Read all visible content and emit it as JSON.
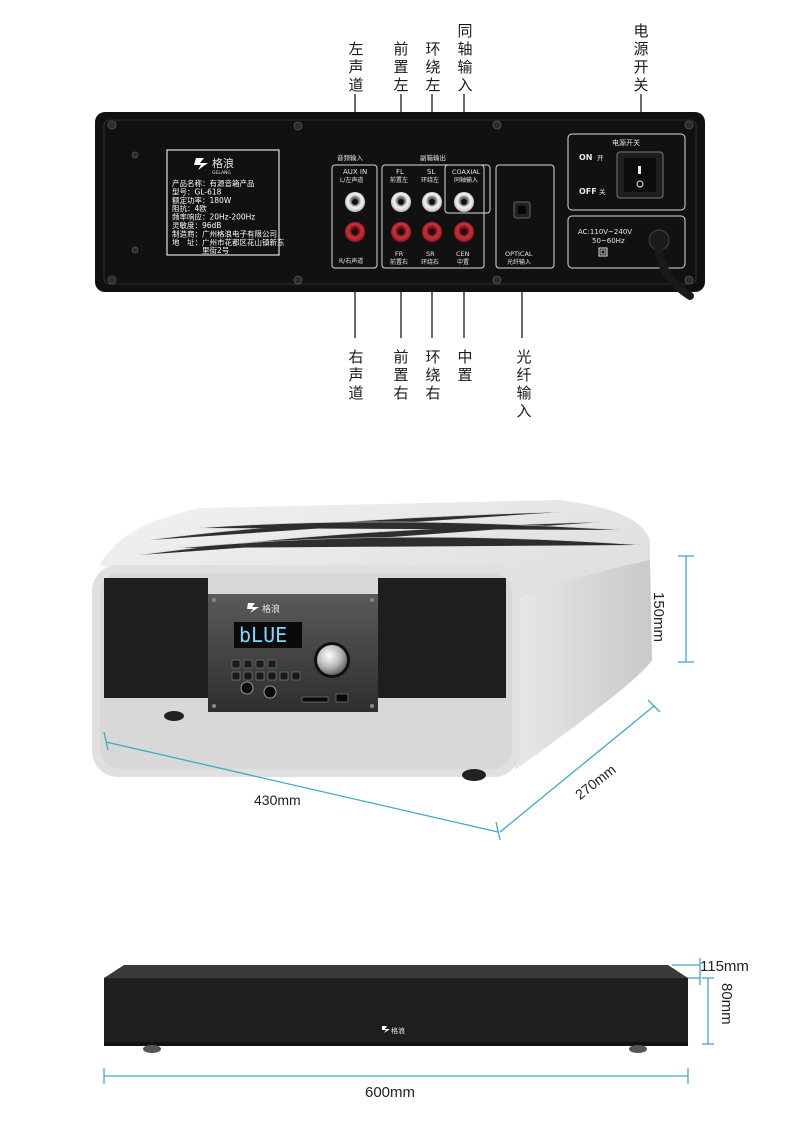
{
  "callouts_top": {
    "left_channel": "左声道",
    "front_left": "前置左",
    "surround_left": "环绕左",
    "coaxial_input": "同轴输入",
    "power_switch": "电源开关"
  },
  "callouts_bottom": {
    "right_channel": "右声道",
    "front_right": "前置右",
    "surround_right": "环绕右",
    "center": "中置",
    "optical_input": "光纤输入"
  },
  "panel": {
    "nameplate": {
      "brand": "格浪",
      "brand_en": "GELANG",
      "lines": [
        "产品名称：有源音箱产品",
        "型号：GL-618",
        "额定功率：180W",
        "阻抗：4欧",
        "频率响应：20Hz-200Hz",
        "灵敏度：96dB",
        "制造商：广州格浪电子有限公司",
        "地　址：广州市花都区花山镇新东",
        "　　　　里街2号"
      ]
    },
    "audio_in_header": "音频输入",
    "sub_out_header": "副箱输出",
    "aux_in": "AUX IN",
    "aux_l": "L/左声道",
    "aux_r": "R/右声道",
    "fl": "FL",
    "fl_cn": "前置左",
    "sl": "SL",
    "sl_cn": "环绕左",
    "coaxial": "COAXIAL",
    "coaxial_cn": "同轴输入",
    "fr": "FR",
    "fr_cn": "前置右",
    "sr": "SR",
    "sr_cn": "环绕右",
    "cen": "CEN",
    "cen_cn": "中置",
    "optical": "OPTICAL",
    "optical_cn": "光纤输入",
    "switch_title": "电源开关",
    "on": "ON",
    "on_cn": "开",
    "off": "OFF",
    "off_cn": "关",
    "ac_line1": "AC:110V~240V",
    "ac_line2": "50~60Hz"
  },
  "front_unit": {
    "brand": "格浪",
    "display_text": "bLUE",
    "dim_height": "150mm",
    "dim_width": "430mm",
    "dim_depth": "270mm"
  },
  "soundbar": {
    "brand": "格浪",
    "dim_depth": "115mm",
    "dim_height": "80mm",
    "dim_width": "600mm"
  },
  "colors": {
    "panel_black": "#111111",
    "callout_line": "#2b2b2b",
    "jack_red": "#c8252c",
    "jack_white": "#f2f2f2",
    "display_blue": "#7fd7ff",
    "dimension_line": "#40a9c8",
    "wood": "#e4e4e4"
  }
}
